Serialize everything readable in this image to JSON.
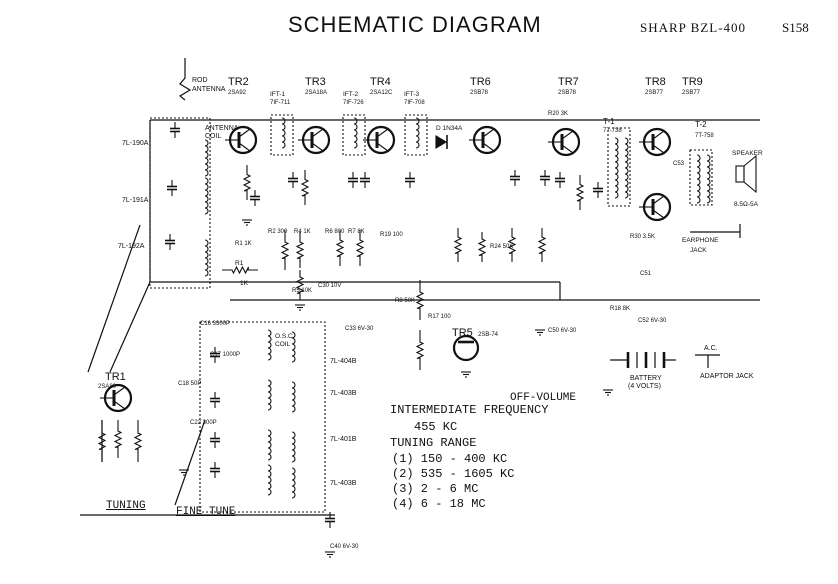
{
  "header": {
    "title": "SCHEMATIC DIAGRAM",
    "model": "SHARP BZL-400",
    "sheet": "S158"
  },
  "transistors": [
    {
      "ref": "TR1",
      "type": "2SA80"
    },
    {
      "ref": "TR2",
      "type": "2SA92"
    },
    {
      "ref": "TR3",
      "type": "2SA18A"
    },
    {
      "ref": "TR4",
      "type": "2SA12C"
    },
    {
      "ref": "TR5",
      "type": "2SB-74"
    },
    {
      "ref": "TR6",
      "type": "2SB78"
    },
    {
      "ref": "TR7",
      "type": "2SB78"
    },
    {
      "ref": "TR8",
      "type": "2SB77"
    },
    {
      "ref": "TR9",
      "type": "2SB77"
    }
  ],
  "labels": {
    "rod_antenna": "ROD ANTENNA",
    "antenna_coil": "ANTENNA COIL",
    "osc_coil": "O.S.C. COIL",
    "speaker": "SPEAKER",
    "speaker_imp": "8.5Ω-5A",
    "earphone_jack": "EARPHONE JACK",
    "battery": "BATTERY (4 VOLTS)",
    "ac_adaptor_jack": "A.C. ADAPTOR JACK",
    "diode": "D 1N34A",
    "tuning": "TUNING",
    "fine_tune": "FINE TUNE",
    "off_volume": "OFF-VOLUME",
    "rf_coils": [
      "7L-190A",
      "7L-191A",
      "7L-192A"
    ],
    "osc_coils": [
      "7L-404B",
      "7L-403B",
      "7L-401B",
      "7L-403B"
    ],
    "ifts": [
      "IFT-1 7IF-711",
      "IFT-2 7IF-726",
      "IFT-3 7IF-708"
    ],
    "transformers": [
      "T-1 7T-738",
      "T-2 7T-758"
    ],
    "parts": [
      "R1 1K",
      "R2 300",
      "R4 1K",
      "R5 10K",
      "R6 800",
      "R7 8K",
      "R8 50K",
      "R17 100",
      "R18 8K",
      "R19 100",
      "R20 3K",
      "R24 50K",
      "R30 3.5K",
      "C16 3300P",
      "C17 1000P",
      "C18 50P",
      "C22 300P",
      "C30 10V",
      "C33 6V-30",
      "C40 6V-30",
      "C50 6V-30",
      "C51",
      "C52 6V-30",
      "C53"
    ]
  },
  "info": {
    "heading1": "INTERMEDIATE FREQUENCY",
    "if_value": "455 KC",
    "heading2": "TUNING RANGE",
    "ranges": [
      "(1) 150 - 400 KC",
      "(2) 535 - 1605 KC",
      "(3) 2 - 6 MC",
      "(4) 6 - 18 MC"
    ]
  }
}
